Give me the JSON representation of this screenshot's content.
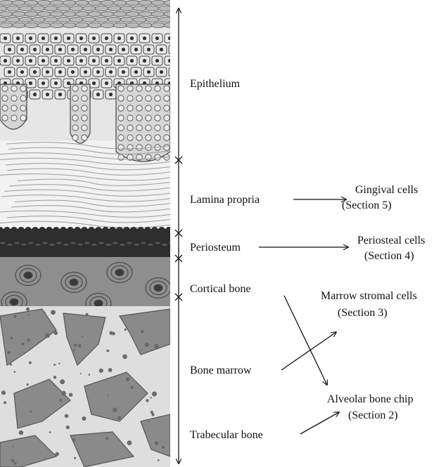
{
  "colors": {
    "ink": "#111111",
    "epithelium": "#d9d9d9",
    "lamina": "#f1f1f1",
    "periosteum": "#2e2e2e",
    "bone": "#8a8a8a",
    "marrow": "#dcdcdc"
  },
  "layers": {
    "epithelium": "Epithelium",
    "lamina_propria": "Lamina propria",
    "periosteum": "Periosteum",
    "cortical_bone": "Cortical bone",
    "bone_marrow": "Bone marrow",
    "trabecular_bone": "Trabecular bone"
  },
  "targets": {
    "gingival": {
      "line1": "Gingival cells",
      "line2": "(Section 5)"
    },
    "periosteal": {
      "line1": "Periosteal cells",
      "line2": "(Section 4)"
    },
    "marrow": {
      "line1": "Marrow stromal cells",
      "line2": "(Section 3)"
    },
    "alveolar": {
      "line1": "Alveolar bone chip",
      "line2": "(Section 2)"
    }
  }
}
